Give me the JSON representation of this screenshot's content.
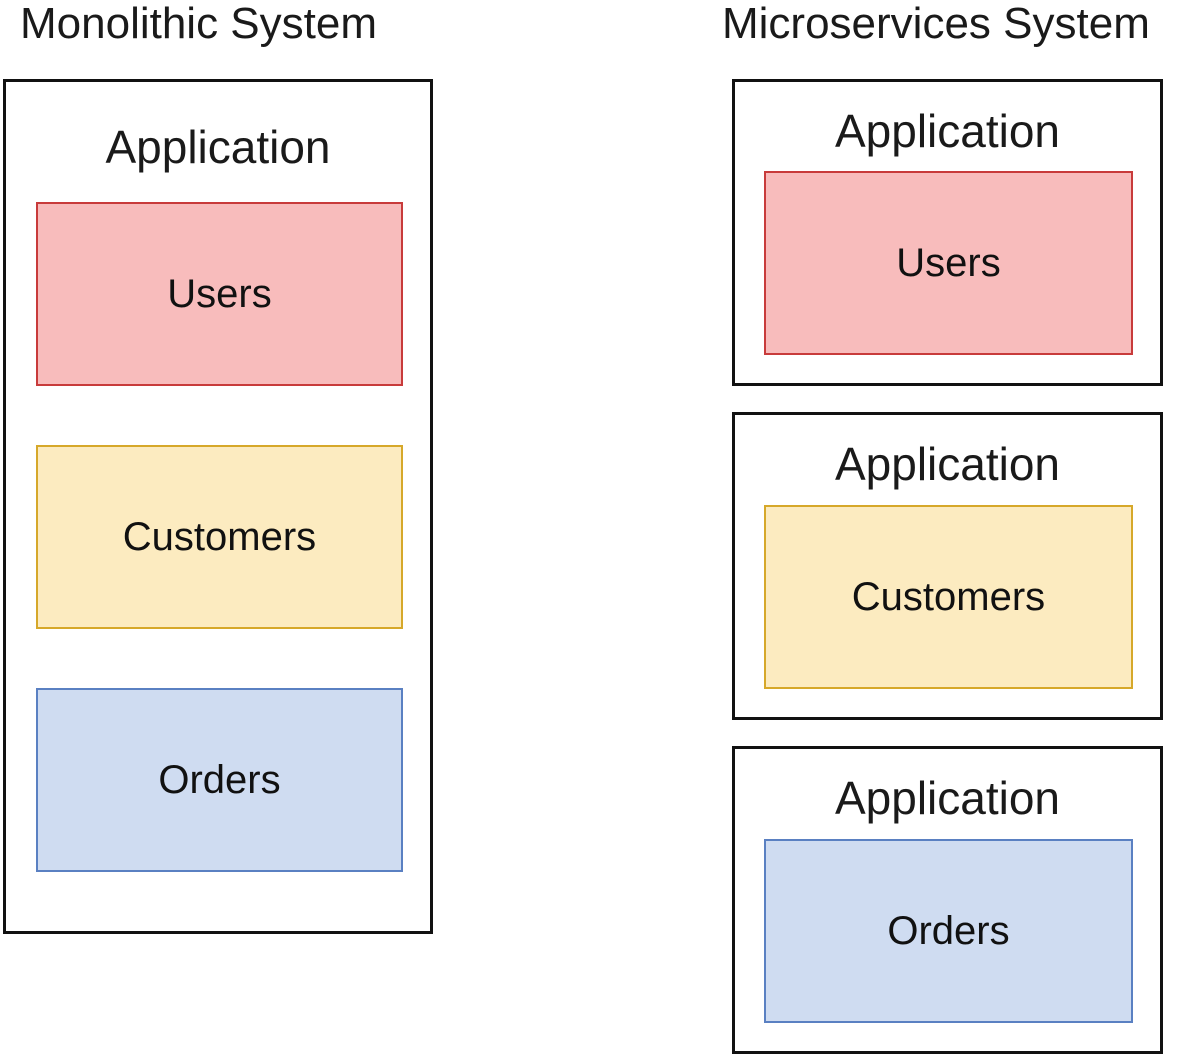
{
  "monolithic": {
    "heading": "Monolithic System",
    "application": {
      "title": "Application",
      "modules": [
        {
          "label": "Users",
          "fill": "#f8bcbc",
          "stroke": "#c83b3b"
        },
        {
          "label": "Customers",
          "fill": "#fcebc0",
          "stroke": "#d6a82a"
        },
        {
          "label": "Orders",
          "fill": "#cfdcf1",
          "stroke": "#5a80c2"
        }
      ]
    }
  },
  "microservices": {
    "heading": "Microservices System",
    "applications": [
      {
        "title": "Application",
        "module": "Users"
      },
      {
        "title": "Application",
        "module": "Customers"
      },
      {
        "title": "Application",
        "module": "Orders"
      }
    ]
  }
}
